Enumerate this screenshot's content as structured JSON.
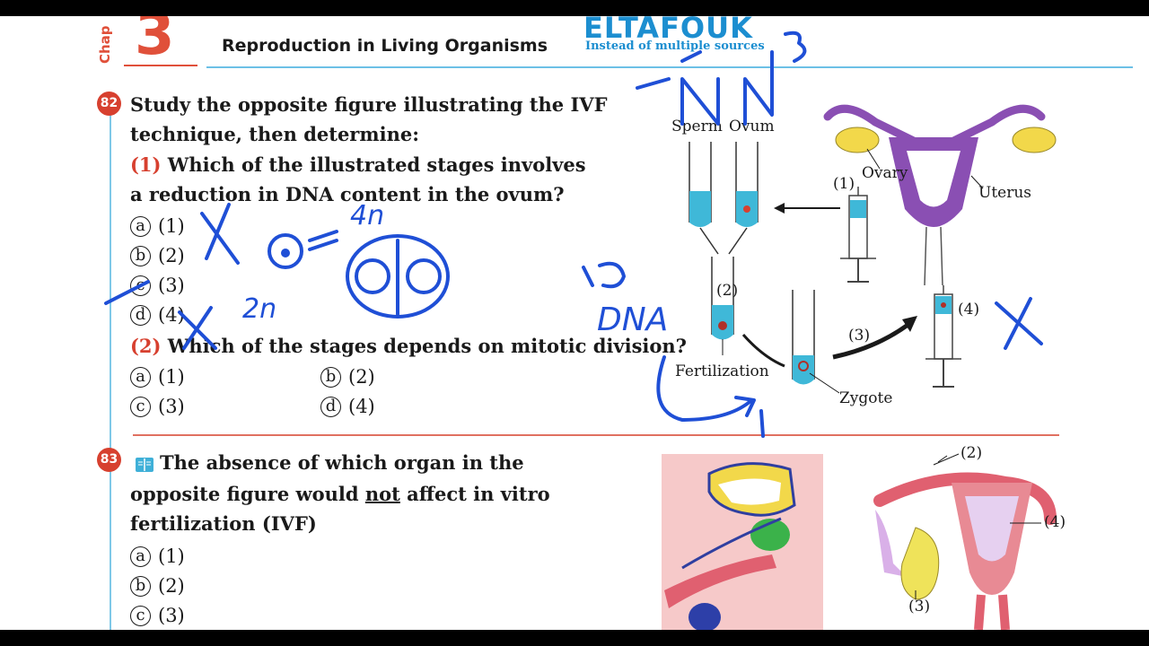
{
  "header": {
    "chapter_label": "Chap",
    "chapter_number": "3",
    "title": "Reproduction in Living Organisms",
    "brand_name": "ELTAFOUK",
    "brand_tagline": "Instead of multiple sources"
  },
  "q82": {
    "number": "82",
    "stem_line1": "Study the opposite figure illustrating the IVF",
    "stem_line2": "technique, then determine:",
    "part1": {
      "label": "(1)",
      "line1": "Which of the illustrated stages involves",
      "line2": "a reduction in DNA content in the ovum?",
      "options": [
        {
          "letter": "a",
          "text": "(1)"
        },
        {
          "letter": "b",
          "text": "(2)"
        },
        {
          "letter": "c",
          "text": "(3)"
        },
        {
          "letter": "d",
          "text": "(4)"
        }
      ]
    },
    "part2": {
      "label": "(2)",
      "line1": "Which of the stages depends on mitotic division?",
      "options": [
        {
          "letter": "a",
          "text": "(1)"
        },
        {
          "letter": "b",
          "text": "(2)"
        },
        {
          "letter": "c",
          "text": "(3)"
        },
        {
          "letter": "d",
          "text": "(4)"
        }
      ]
    },
    "figure": {
      "sperm": "Sperm",
      "ovum": "Ovum",
      "ovary": "Ovary",
      "uterus": "Uterus",
      "stage1": "(1)",
      "stage2": "(2)",
      "stage3": "(3)",
      "stage4": "(4)",
      "fertilization": "Fertilization",
      "zygote": "Zygote"
    }
  },
  "q83": {
    "number": "83",
    "line1": "The absence of which organ in the",
    "line2_before": "opposite figure would ",
    "line2_emph": "not",
    "line2_after": " affect in vitro",
    "line3": "fertilization (IVF)",
    "options": [
      {
        "letter": "a",
        "text": "(1)"
      },
      {
        "letter": "b",
        "text": "(2)"
      },
      {
        "letter": "c",
        "text": "(3)"
      }
    ],
    "figure": {
      "label2": "(2)",
      "label3": "(3)",
      "label4": "(4)"
    }
  },
  "annotations": {
    "note_4n": "4n",
    "note_2n": "2n",
    "note_dna": "DNA",
    "note_top": "3"
  },
  "colors": {
    "accent_red": "#d7402f",
    "brand_blue": "#1c8ed0",
    "ink_blue": "#1f4fd6",
    "tube_blue": "#3fb8d8",
    "uterus_purple": "#8a4fb3",
    "ovary_yellow": "#f2d84a"
  }
}
